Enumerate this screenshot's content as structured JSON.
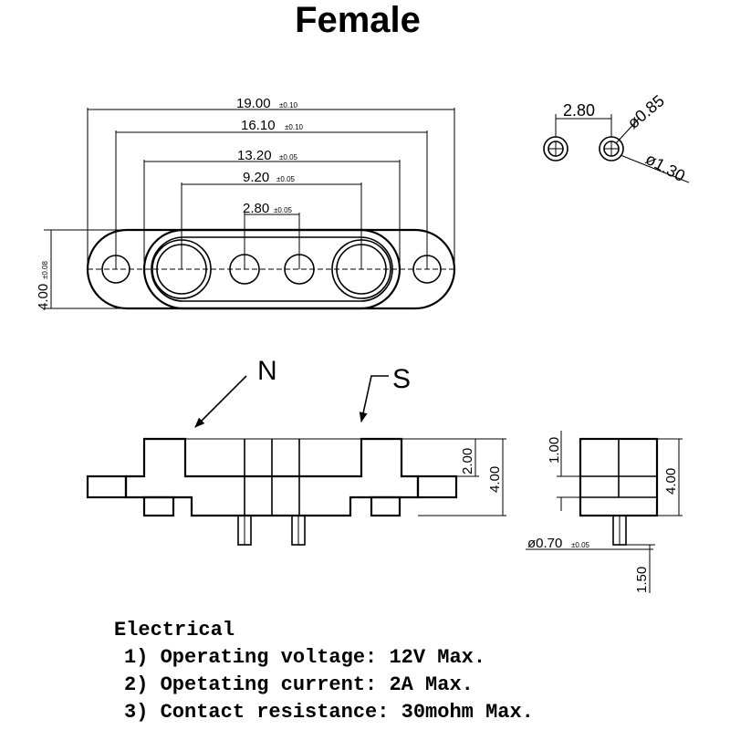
{
  "title": "Female",
  "top_view": {
    "overall_length": {
      "value": "19.00",
      "tol": "±0.10"
    },
    "outer_hole_pitch": {
      "value": "16.10",
      "tol": "±0.10"
    },
    "body_length": {
      "value": "13.20",
      "tol": "±0.05"
    },
    "large_pin_pitch": {
      "value": "9.20",
      "tol": "±0.05"
    },
    "small_pin_pitch": {
      "value": "2.80",
      "tol": "±0.05"
    },
    "height": {
      "value": "4.00",
      "tol": "±0.08"
    }
  },
  "detail_view": {
    "pitch": "2.80",
    "inner_dia": "ø0.85",
    "outer_dia": "ø1.30"
  },
  "front_view": {
    "label_n": "N",
    "label_s": "S",
    "dim_upper": "2.00",
    "dim_total": "4.00"
  },
  "side_view": {
    "dim_top": "1.00",
    "dim_total": "4.00",
    "pin_dia": {
      "value": "ø0.70",
      "tol": "±0.05"
    },
    "pin_len": "1.50"
  },
  "notes": {
    "heading": "Electrical",
    "items": [
      "1) Operating voltage: 12V Max.",
      "2) Opetating current: 2A Max.",
      "3) Contact resistance: 30mohm Max."
    ]
  }
}
